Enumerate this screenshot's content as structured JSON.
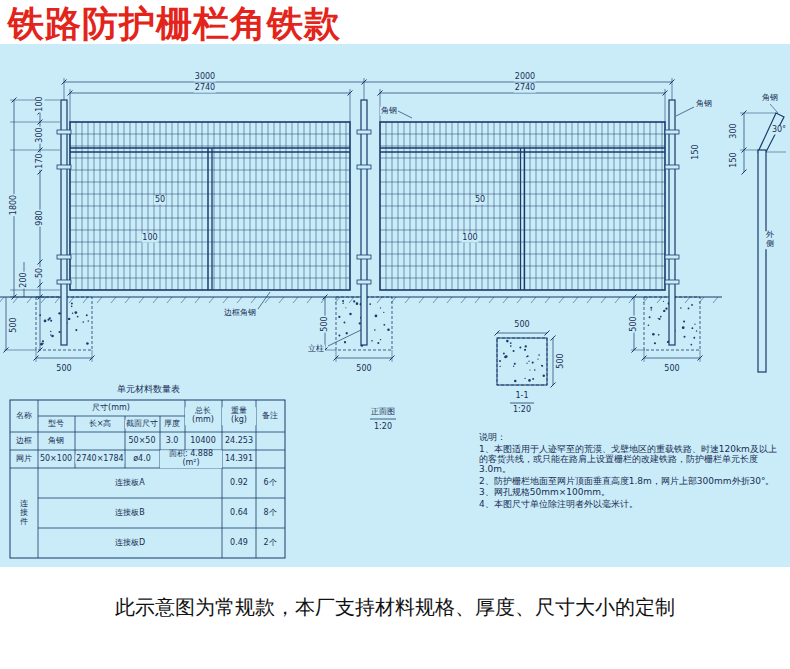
{
  "diagram": {
    "title": "铁路防护栅栏角铁款",
    "caption": "此示意图为常规款，本厂支持材料规格、厚度、尺寸大小的定制",
    "labels": [
      "3000",
      "2740",
      "2000",
      "2740",
      "100",
      "300",
      "170",
      "1800",
      "980",
      "50",
      "200",
      "500",
      "角钢",
      "角钢",
      "150",
      "50",
      "100",
      "50",
      "100",
      "边框角钢",
      "立柱",
      "500",
      "500",
      "500",
      "500",
      "500",
      "角钢",
      "300",
      "30°",
      "150",
      "外侧",
      "500",
      "500",
      "1-1",
      "1:20",
      "正面图",
      "1:20",
      "单元材料数量表",
      "名称",
      "尺寸(mm)",
      "总长 (mm)",
      "重量 (kg)",
      "备注",
      "型号",
      "长×高",
      "截面尺寸",
      "厚度",
      "边框",
      "角钢",
      "50×50",
      "3.0",
      "10400",
      "24.253",
      "网片",
      "50×100",
      "2740×1784",
      "ø4.0",
      "面积: 4.888 (m²)",
      "14.391",
      "连接件",
      "连接板A",
      "0.92",
      "6个",
      "连接板B",
      "0.64",
      "8个",
      "连接板D",
      "0.49",
      "2个",
      "说明：",
      "1、本图适用于人迹罕至的荒漠、戈壁地区的重载铁路、时速120km及以上的客货共线，或只能在路肩上设置栅栏的改建铁路，防护栅栏单元长度3.0m。",
      "2、防护栅栏地面至网片顶面垂直高度1.8m，网片上部300mm外折30°。",
      "3、网孔规格50mm×100mm。",
      "4、本图尺寸单位除注明者外以毫米计。"
    ]
  }
}
